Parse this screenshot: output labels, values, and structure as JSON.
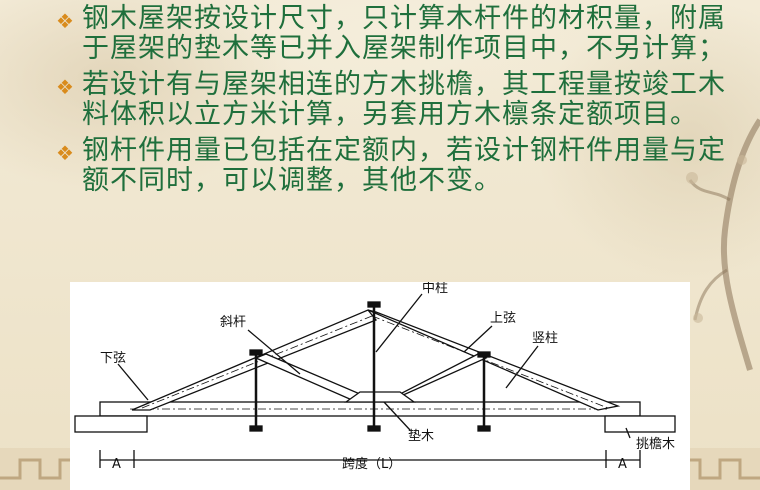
{
  "bullets": [
    {
      "text": "钢木屋架按设计尺寸，只计算木杆件的材积量，附属于屋架的垫木等已并入屋架制作项目中，不另计算；"
    },
    {
      "text": "若设计有与屋架相连的方木挑檐，其工程量按竣工木料体积以立方米计算，另套用方木檩条定额项目。"
    },
    {
      "text": "钢杆件用量已包括在定额内，若设计钢杆件用量与定额不同时，可以调整，其他不变。"
    }
  ],
  "diagram": {
    "labels": {
      "center_post": "中柱",
      "diagonal": "斜杆",
      "top_chord": "上弦",
      "vertical_post": "竖柱",
      "bottom_chord": "下弦",
      "pad_wood": "垫木",
      "eave_wood": "挑檐木",
      "span": "跨度（L）",
      "dim_a_left": "A",
      "dim_a_right": "A"
    }
  },
  "colors": {
    "text_green": "#1f6f3c",
    "bullet_orange": "#d98b1c",
    "background": "#efe6cf"
  }
}
